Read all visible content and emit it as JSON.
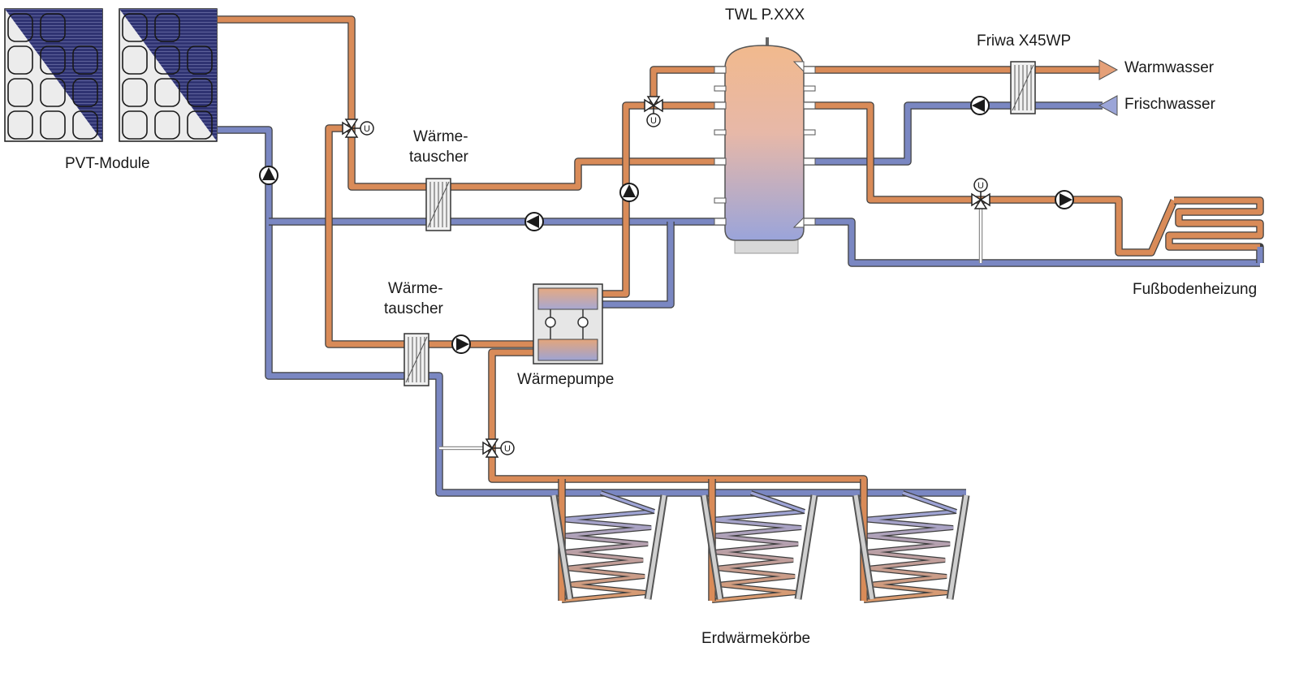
{
  "labels": {
    "pvt_modules": "PVT-Module",
    "storage_tank": "TWL P.XXX",
    "fresh_water_station": "Friwa X45WP",
    "hot_water": "Warmwasser",
    "fresh_water": "Frischwasser",
    "heat_exchanger_1_line1": "Wärme-",
    "heat_exchanger_1_line2": "tauscher",
    "heat_exchanger_2_line1": "Wärme-",
    "heat_exchanger_2_line2": "tauscher",
    "heat_pump": "Wärmepumpe",
    "floor_heating": "Fußbodenheizung",
    "ground_baskets": "Erdwärmekörbe",
    "valve_marker": "U"
  },
  "colors": {
    "warm_pipe": "#d98b58",
    "cold_pipe": "#7a87c2",
    "outline": "#3f3f3f",
    "tank_top": "#f0b487",
    "tank_bottom": "#9ea6d8",
    "panel_dark": "#2e3270",
    "panel_light": "#e7e7e7"
  },
  "icons": {
    "pump": "pump-circle-triangle-icon",
    "valve": "three-way-valve-icon",
    "arrow_out": "triangle-arrow-icon",
    "heat_exchanger": "plate-heat-exchanger-icon",
    "solar_panel": "pvt-panel-icon",
    "ground_basket": "ground-coil-basket-icon",
    "floor_coil": "floor-heating-coil-icon"
  }
}
